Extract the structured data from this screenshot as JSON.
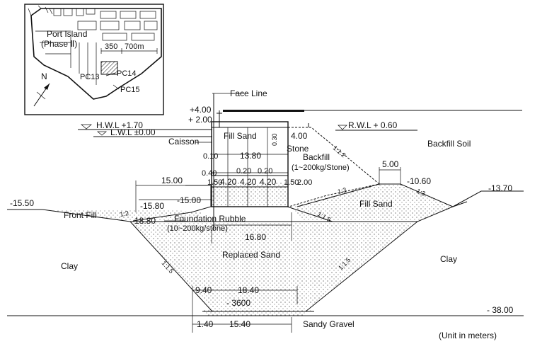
{
  "inset": {
    "port_island": "Port Island",
    "phase": "(Phase Ⅱ)",
    "dim_350": "350",
    "dim_700m": "700m",
    "pc13": "PC13",
    "pc14": "PC14",
    "pc15": "PC15",
    "north": "N"
  },
  "labels": {
    "face_line": "Face Line",
    "hwl": "H.W.L +1.70",
    "lwl": "L.W.L ±0.00",
    "rwl": "R.W.L + 0.60",
    "caisson": "Caisson",
    "fill_sand_caisson": "Fill Sand",
    "stone": "Stone",
    "backfill": "Backfill",
    "backfill_range": "(1~200kg/Stone)",
    "backfill_soil": "Backfill Soil",
    "fill_sand": "Fill Sand",
    "front_fill": "Front Fill",
    "foundation_rubble": "Foundation Rubble",
    "foundation_range": "(10~200kg/stone)",
    "replaced_sand": "Replaced Sand",
    "clay_left": "Clay",
    "clay_right": "Clay",
    "sandy_gravel": "Sandy Gravel",
    "units": "(Unit in meters)"
  },
  "levels": {
    "p400": "+4.00",
    "p200": "+ 2.00",
    "m1550": "-15.50",
    "m1580": "-15.80",
    "m1500": "-15.00",
    "m1880": "-18.80",
    "m1060": "-10.60",
    "m1370": "-13.70",
    "m3600": "- 3600",
    "m3800": "- 38.00"
  },
  "dims": {
    "d0_10": "0.10",
    "d13_80": "13.80",
    "d0_30": "0.30",
    "d4_00": "4.00",
    "d0_40": "0.40",
    "d0_20a": "0.20",
    "d0_20b": "0.20",
    "d15_00": "15.00",
    "d1_50a": "1.50",
    "d4_20a": "4.20",
    "d4_20b": "4.20",
    "d4_20c": "4.20",
    "d1_50b": "1.50",
    "d2_00": "2.00",
    "d5_00": "5.00",
    "d16_80": "16.80",
    "d9_40": "9.40",
    "d18_40": "18.40",
    "d1_40": "1.40",
    "d15_40": "15.40"
  },
  "slopes": {
    "s1_1_2": "1:1.2",
    "s1_3a": "1:3",
    "s1_3b": "1:3",
    "s1_2": "1:2",
    "s1_1_5a": "1:1.5",
    "s1_1_5b": "1:1.5",
    "s1_1_5c": "1:1.5"
  }
}
